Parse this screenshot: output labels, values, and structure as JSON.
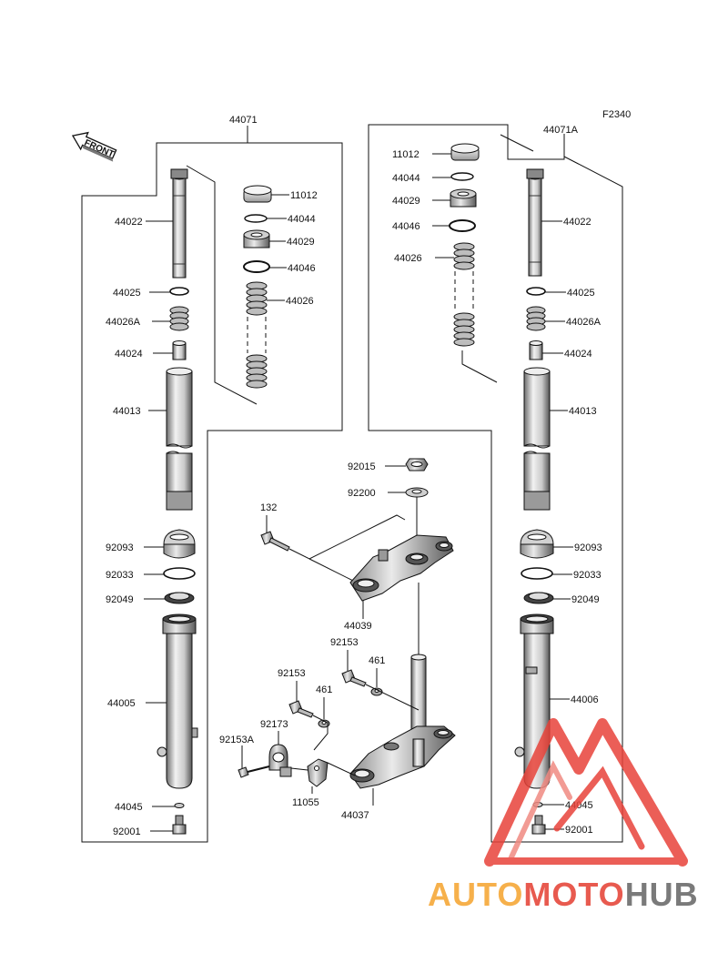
{
  "figure_code": "F2340",
  "front_label": "FRONT",
  "assemblies": {
    "left": "44071",
    "right": "44071A"
  },
  "parts": {
    "p11012": "11012",
    "p44044": "44044",
    "p44029": "44029",
    "p44046": "44046",
    "p44026": "44026",
    "p44022": "44022",
    "p44025": "44025",
    "p44026A": "44026A",
    "p44024": "44024",
    "p44013": "44013",
    "p92093": "92093",
    "p92033": "92033",
    "p92049": "92049",
    "p44005": "44005",
    "p44006": "44006",
    "p44045": "44045",
    "p92001": "92001",
    "p92015": "92015",
    "p92200": "92200",
    "p132": "132",
    "p44039": "44039",
    "p92153": "92153",
    "p461": "461",
    "p92173": "92173",
    "p92153A": "92153A",
    "p11055": "11055",
    "p44037": "44037"
  },
  "watermark": {
    "auto": "AUTO",
    "moto": "MOTO",
    "hub": "HUB",
    "color_primary": "#e8433a",
    "color_secondary": "#f6b04b",
    "color_gray": "#7a7a7a"
  }
}
